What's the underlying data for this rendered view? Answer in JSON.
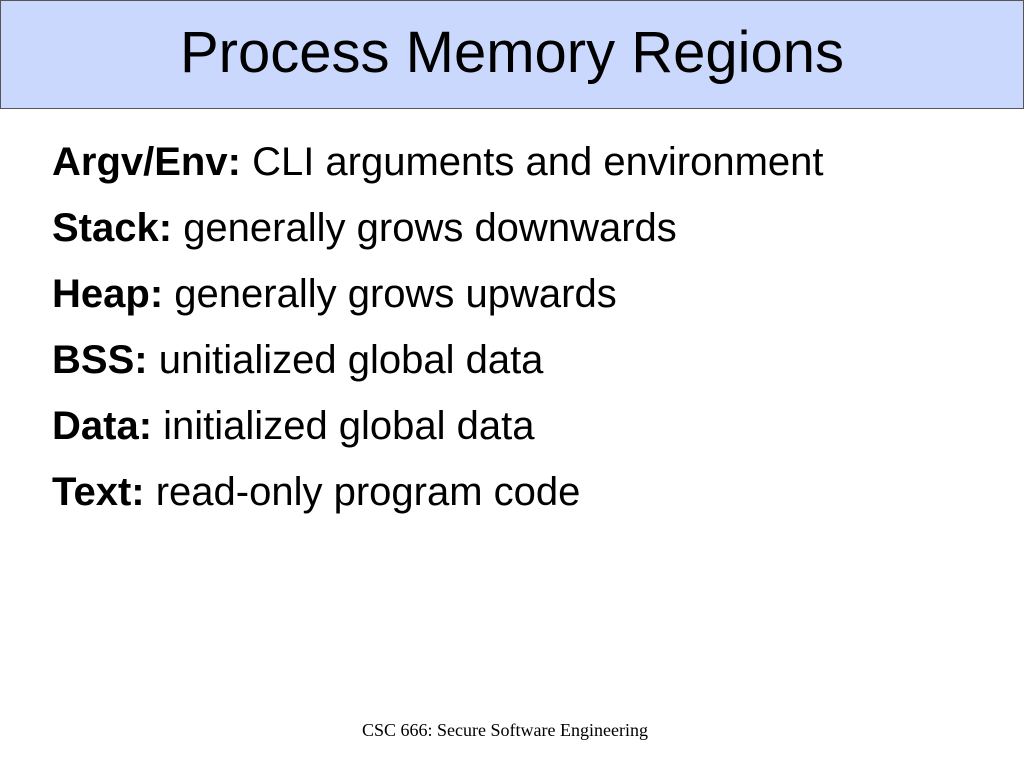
{
  "slide": {
    "title": "Process Memory Regions",
    "bullets": [
      {
        "term": "Argv/Env:",
        "description": "CLI arguments and environment"
      },
      {
        "term": "Stack:",
        "description": "generally grows downwards"
      },
      {
        "term": "Heap:",
        "description": "generally grows upwards"
      },
      {
        "term": "BSS:",
        "description": "unitialized global data"
      },
      {
        "term": "Data:",
        "description": "initialized global data"
      },
      {
        "term": "Text:",
        "description": "read-only program code"
      }
    ],
    "footer": "CSC 666: Secure Software Engineering"
  },
  "colors": {
    "title_bar_background": "#cad8fd",
    "title_bar_border": "#555555",
    "text": "#000000",
    "page_background": "#ffffff"
  }
}
